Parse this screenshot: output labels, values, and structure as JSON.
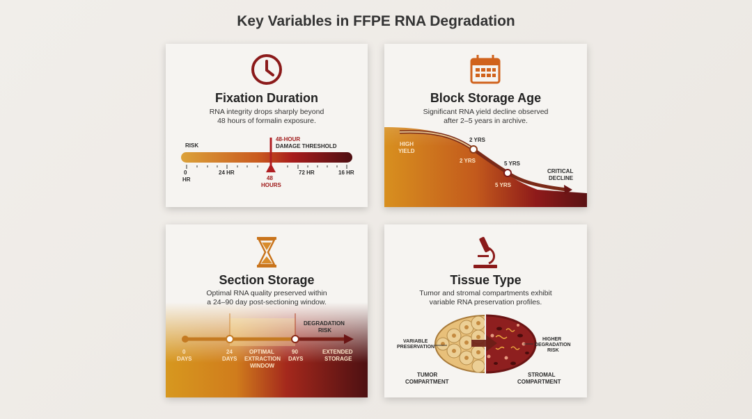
{
  "title": "Key Variables in FFPE RNA Degradation",
  "cards": {
    "fixation": {
      "title": "Fixation Duration",
      "subtitle_1": "RNA integrity drops sharply beyond",
      "subtitle_2": "48 hours of formalin exposure.",
      "risk": "RISK",
      "threshold_1": "48-HOUR",
      "threshold_2": "DAMAGE THRESHOLD",
      "ticks": [
        "0",
        "HR",
        "24 HR",
        "72 HR",
        "16 HR"
      ],
      "marker_1": "48",
      "marker_2": "HOURS",
      "icon": "clock-icon"
    },
    "block": {
      "title": "Block Storage Age",
      "subtitle_1": "Significant RNA yield decline observed",
      "subtitle_2": "after 2–5 years in archive.",
      "high_1": "HIGH",
      "high_2": "YIELD",
      "two_a": "2 YRS",
      "two_b": "2 YRS",
      "five_a": "5 YRS",
      "five_b": "5 YRS",
      "crit_1": "CRITICAL",
      "crit_2": "DECLINE",
      "icon": "calendar-icon"
    },
    "section": {
      "title": "Section Storage",
      "subtitle_1": "Optimal RNA quality preserved within",
      "subtitle_2": "a 24–90 day post-sectioning window.",
      "deg_1": "DEGRADATION",
      "deg_2": "RISK",
      "d0_1": "0",
      "d0_2": "DAYS",
      "d24_1": "24",
      "d24_2": "DAYS",
      "opt_1": "OPTIMAL",
      "opt_2": "EXTRACTION",
      "opt_3": "WINDOW",
      "d90_1": "90",
      "d90_2": "DAYS",
      "ext_1": "EXTENDED",
      "ext_2": "STORAGE",
      "icon": "hourglass-icon"
    },
    "tissue": {
      "title": "Tissue Type",
      "subtitle_1": "Tumor and stromal compartments exhibit",
      "subtitle_2": "variable RNA preservation profiles.",
      "var_1": "VARIABLE",
      "var_2": "PRESERVATION",
      "high_1": "HIGHER",
      "high_2": "DEGRADATION",
      "high_3": "RISK",
      "tumor_1": "TUMOR",
      "tumor_2": "COMPARTMENT",
      "strom_1": "STROMAL",
      "strom_2": "COMPARTMENT",
      "icon": "microscope-icon"
    }
  },
  "colors": {
    "accent": "#8b1a1a",
    "amber": "#d99a2b",
    "dark_red": "#5a1010"
  }
}
